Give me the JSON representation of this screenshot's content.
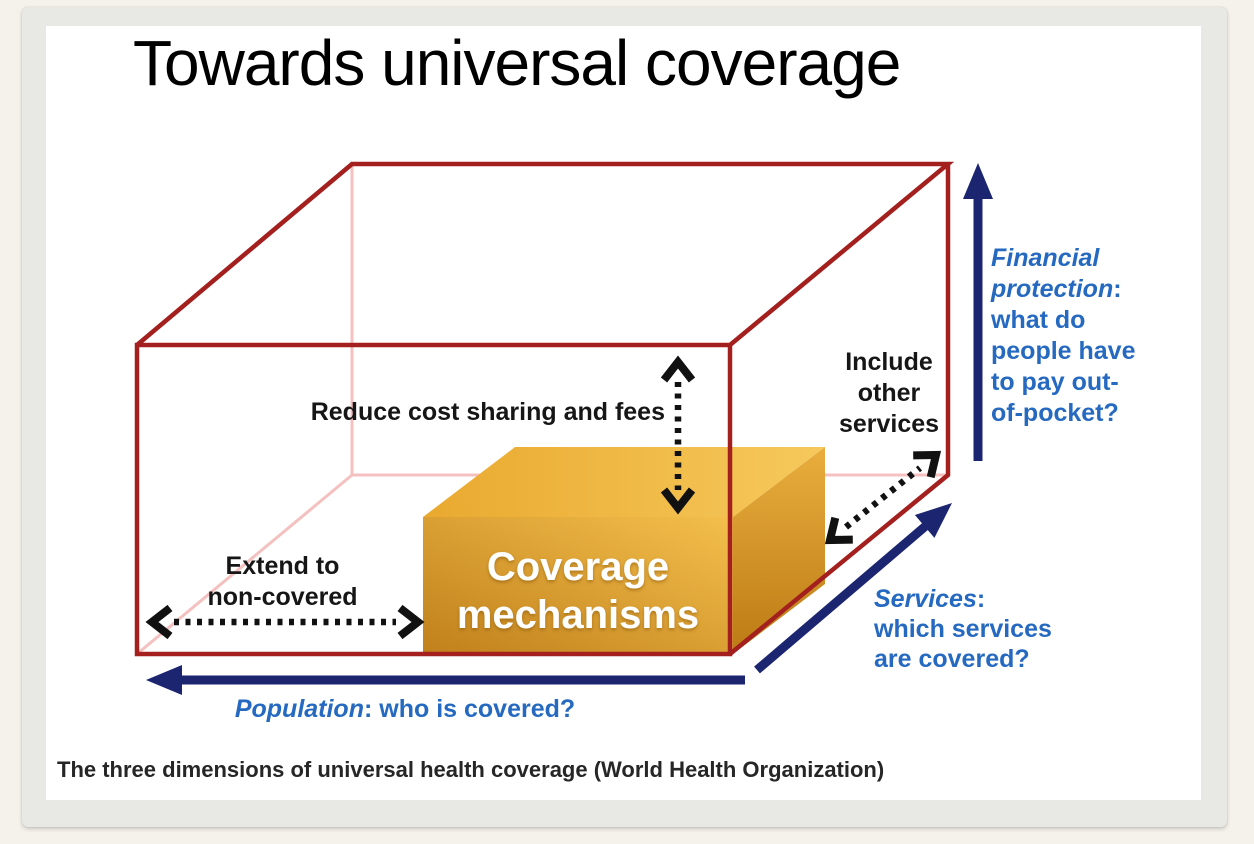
{
  "title": "Towards universal coverage",
  "caption": "The three dimensions of universal health coverage (World Health Organization)",
  "diagram": {
    "box_label_lines": [
      "Coverage",
      "mechanisms"
    ],
    "reduce_label": "Reduce cost sharing and fees",
    "extend_label_lines": [
      "Extend to",
      "non-covered"
    ],
    "include_label_lines": [
      "Include",
      "other",
      "services"
    ],
    "axes": {
      "financial": {
        "lines": [
          [
            {
              "t": "Financial",
              "i": 1
            }
          ],
          [
            {
              "t": "protection",
              "i": 1
            },
            {
              "t": ":",
              "i": 0
            }
          ],
          [
            "what do"
          ],
          [
            "people have"
          ],
          [
            "to pay out-"
          ],
          [
            "of-pocket?"
          ]
        ]
      },
      "services": {
        "lines": [
          [
            {
              "t": "Services",
              "i": 1
            },
            {
              "t": ":",
              "i": 0
            }
          ],
          [
            "which services"
          ],
          [
            "are covered?"
          ]
        ]
      },
      "population": {
        "lines": [
          [
            {
              "t": "Population",
              "i": 1
            },
            {
              "t": ": who is covered?",
              "i": 0
            }
          ]
        ]
      }
    }
  },
  "colors": {
    "page_bg": "#F5F2EB",
    "card_bg": "#E8E8E5",
    "canvas_bg": "#FFFFFF",
    "cube_edge": "#A3201E",
    "hidden_edge": "#F4C1C0",
    "navy_arrow": "#1B2570",
    "blue_text": "#2569C0",
    "black_text": "#161616",
    "box_text": "#FFFFFF",
    "box_top_left": "#E9A92F",
    "box_top_right": "#F6C95C",
    "box_front_light": "#F4BF4C",
    "box_front_dark": "#C0801B",
    "box_right_light": "#E9AE3E",
    "box_right_dark": "#BC7B14",
    "caption_text": "#262626"
  }
}
